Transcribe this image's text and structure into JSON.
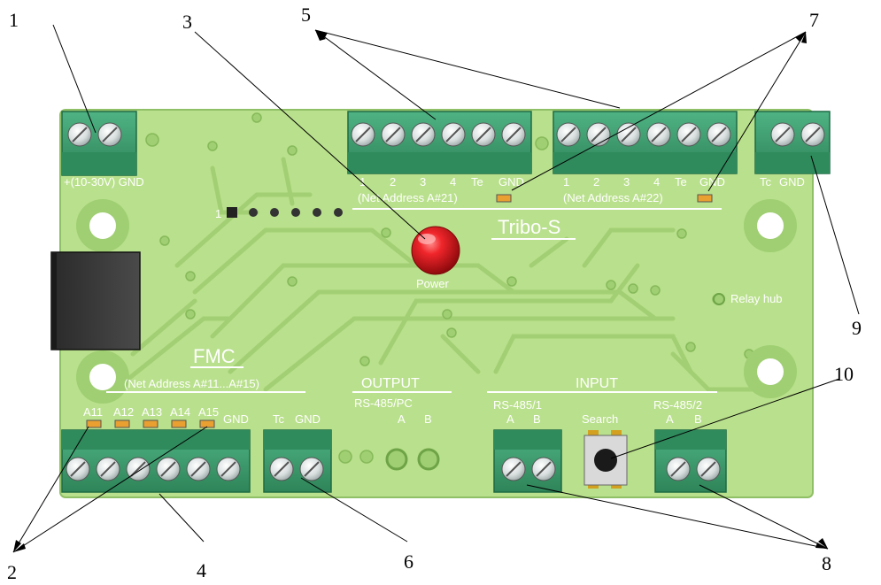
{
  "callouts": {
    "c1": "1",
    "c2": "2",
    "c3": "3",
    "c4": "4",
    "c5": "5",
    "c6": "6",
    "c7": "7",
    "c8": "8",
    "c9": "9",
    "c10": "10"
  },
  "power_block": {
    "label": "+(10-30V) GND"
  },
  "net21": {
    "pins": [
      "1",
      "2",
      "3",
      "4",
      "Te",
      "GND"
    ],
    "label": "(Net Address A#21)"
  },
  "net22": {
    "pins": [
      "1",
      "2",
      "3",
      "4",
      "Te",
      "GND"
    ],
    "label": "(Net Address A#22)"
  },
  "tc_gnd_right": {
    "tc": "Tc",
    "gnd": "GND"
  },
  "header_pin1": "1",
  "brand": "Tribo-S",
  "power_led_label": "Power",
  "relay_hub_label": "Relay hub",
  "fmc": {
    "title": "FMC",
    "net_label": "(Net Address A#11...A#15)",
    "pins": [
      "A11",
      "A12",
      "A13",
      "A14",
      "A15",
      "GND"
    ]
  },
  "tc_gnd_bottom": {
    "tc": "Tc",
    "gnd": "GND"
  },
  "output": {
    "title": "OUTPUT",
    "port": "RS-485/PC",
    "a": "A",
    "b": "B"
  },
  "input": {
    "title": "INPUT",
    "port1": "RS-485/1",
    "port2": "RS-485/2",
    "a": "A",
    "b": "B",
    "search": "Search"
  },
  "colors": {
    "board": "#b9e08c",
    "board_edge": "#8fbf66",
    "terminal": "#3a9c6c",
    "terminal_dark": "#2b7d55",
    "led": "#e0141a",
    "trace": "#a8d27c"
  }
}
